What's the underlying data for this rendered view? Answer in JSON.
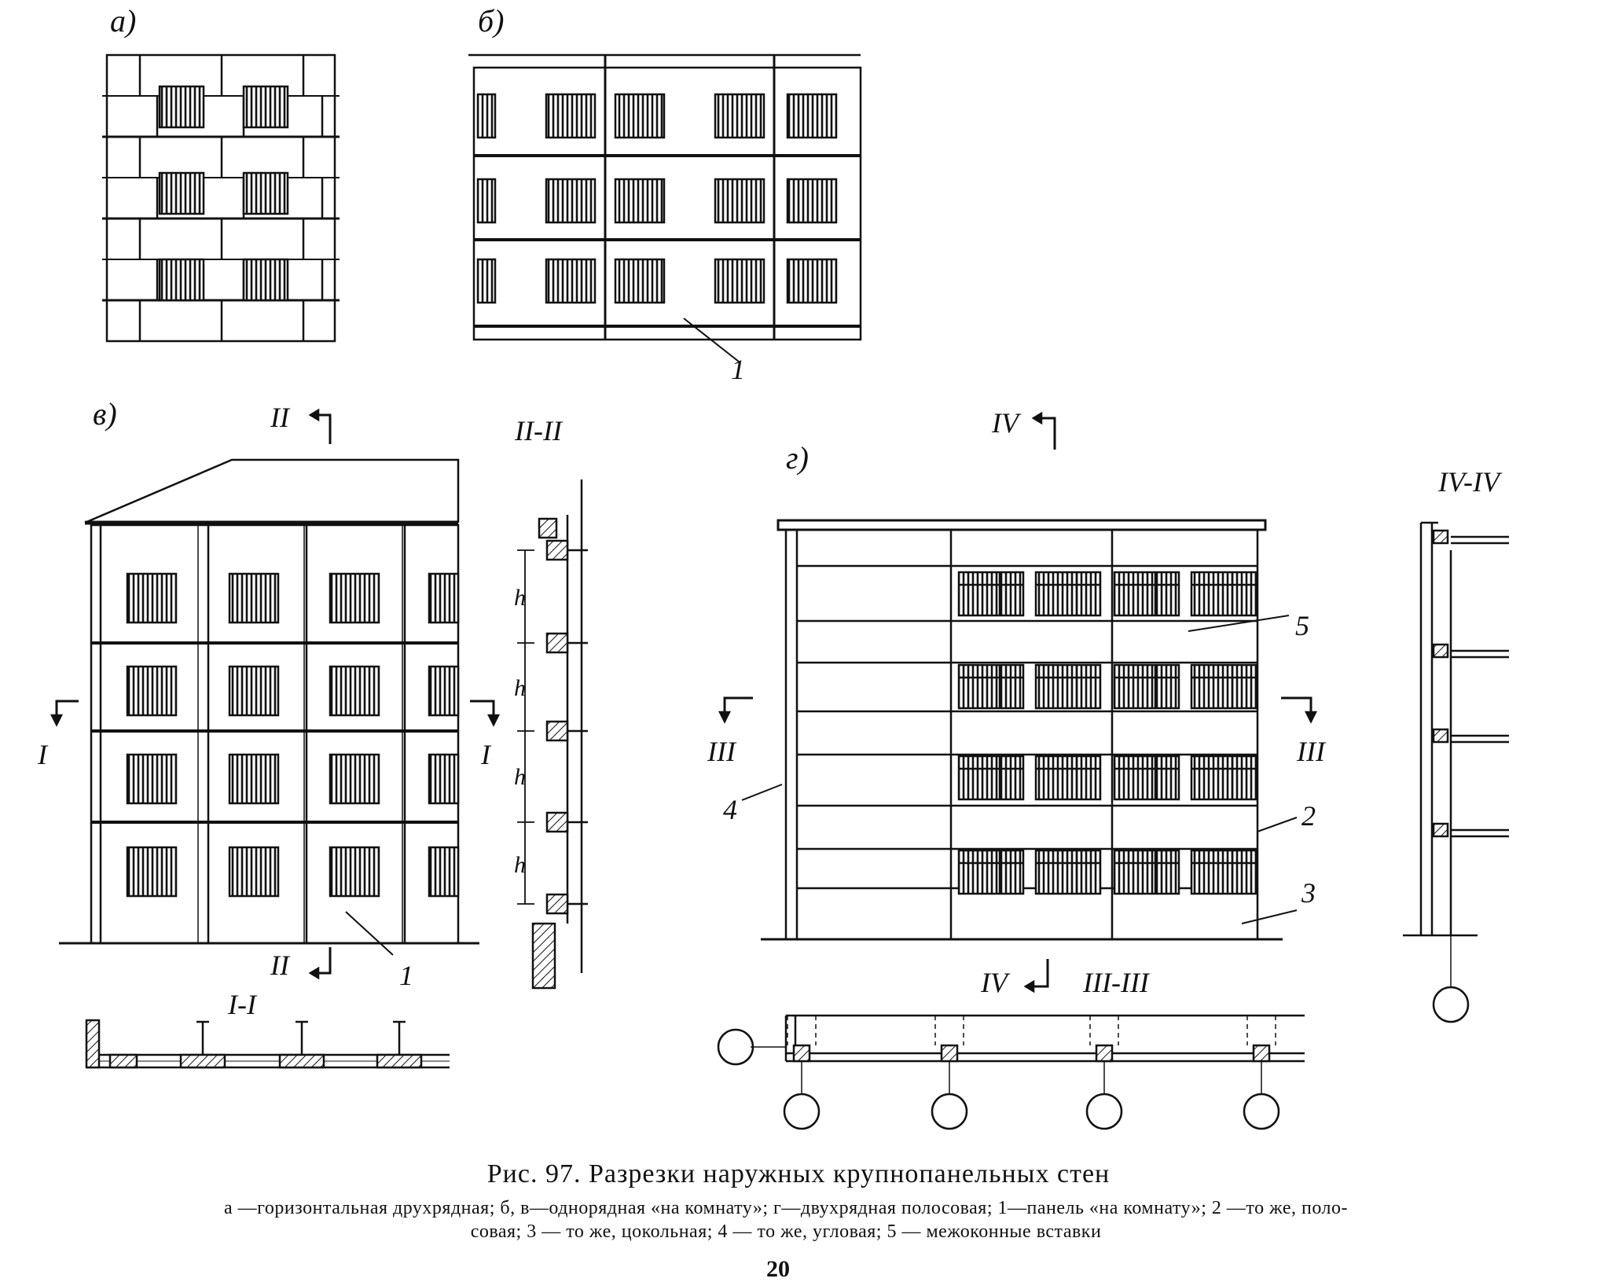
{
  "figure": {
    "labels": {
      "a": "а)",
      "b": "б)",
      "v": "в)",
      "g": "г)"
    },
    "callouts": {
      "one_b": "1",
      "one_v": "1",
      "two": "2",
      "three": "3",
      "four": "4",
      "five": "5"
    },
    "sections": {
      "II_top": "II",
      "II_bottom": "II",
      "II_II": "II-II",
      "I_left": "I",
      "I_right": "I",
      "I_I": "I-I",
      "IV_top": "IV",
      "IV_bottom": "IV",
      "IV_IV": "IV-IV",
      "III_left": "III",
      "III_right": "III",
      "III_III": "III-III"
    },
    "height_mark": "h"
  },
  "caption": {
    "title": "Рис. 97. Разрезки наружных крупнопанельных стен",
    "legend_line1": "а —горизонтальная друхрядная; б, в—однорядная «на комнату»; г—двухрядная полосовая; 1—панель «на комнату»; 2 —то же, поло-",
    "legend_line2": "совая; 3 — то же, цокольная; 4 — то же, угловая; 5 — межоконные вставки"
  },
  "page_number": "20"
}
